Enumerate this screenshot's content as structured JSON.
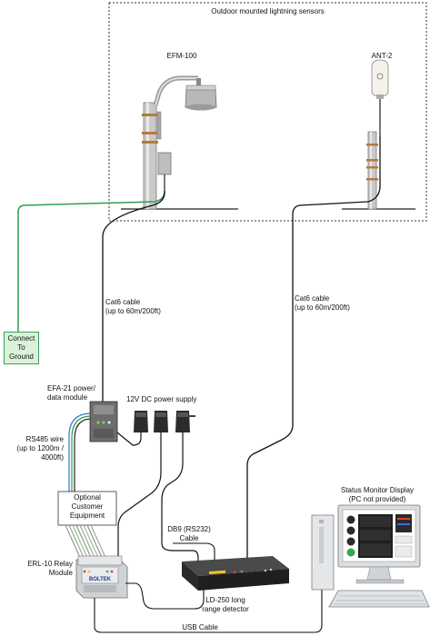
{
  "title": "Outdoor mounted lightning sensors",
  "sensors": {
    "efm": "EFM-100",
    "ant": "ANT-2"
  },
  "ground": [
    "Connect",
    "To",
    "Ground"
  ],
  "cables": {
    "cat6_left": [
      "Cat6 cable",
      "(up to 60m/200ft)"
    ],
    "cat6_right": [
      "Cat6 cable",
      "(up to 60m/200ft)"
    ],
    "rs485": [
      "RS485 wire",
      "(up to 1200m /",
      "4000ft)"
    ],
    "db9": [
      "DB9 (RS232)",
      "Cable"
    ],
    "usb": "USB Cable"
  },
  "devices": {
    "efa": [
      "EFA-21 power/",
      "data module"
    ],
    "power_supply": "12V DC power supply",
    "optional": [
      "Optional",
      "Customer",
      "Equipment"
    ],
    "erl": [
      "ERL-10 Relay",
      "Module"
    ],
    "erl_brand": "BOLTEK",
    "ld250": [
      "LD-250 long",
      "range detector"
    ],
    "status_monitor": [
      "Status Monitor Display",
      "(PC not provided)"
    ]
  }
}
